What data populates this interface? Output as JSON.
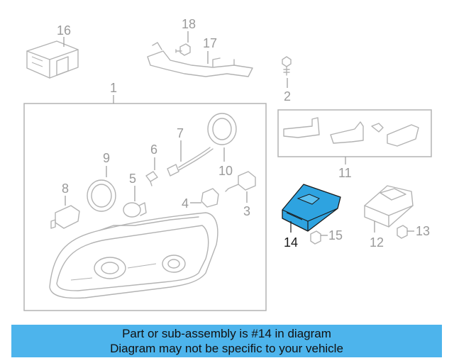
{
  "diagram": {
    "highlight_color": "#2ea3e0",
    "callouts": {
      "c1": "1",
      "c2": "2",
      "c3": "3",
      "c4": "4",
      "c5": "5",
      "c6": "6",
      "c7": "7",
      "c8": "8",
      "c9": "9",
      "c10": "10",
      "c11": "11",
      "c12": "12",
      "c13": "13",
      "c14": "14",
      "c15": "15",
      "c16": "16",
      "c17": "17",
      "c18": "18"
    }
  },
  "caption": {
    "line1": "Part or sub-assembly is #14 in diagram",
    "line2": "Diagram may not be specific to your vehicle",
    "background": "#4db4ec"
  }
}
